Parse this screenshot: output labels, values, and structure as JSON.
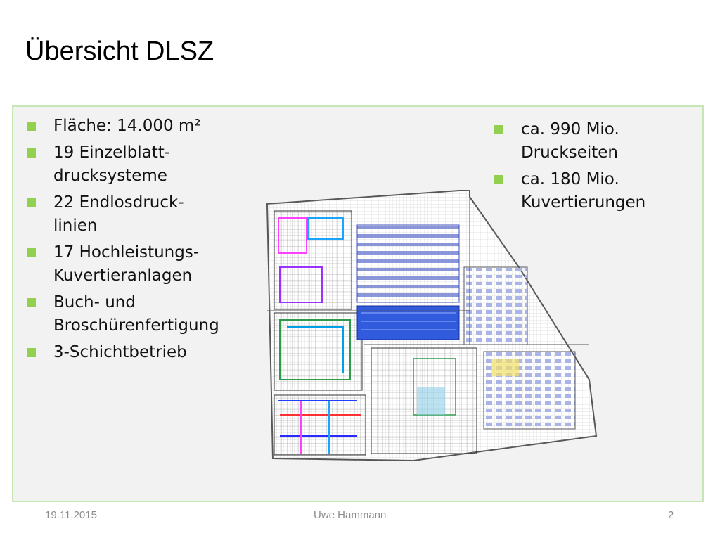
{
  "slide": {
    "title": "Übersicht DLSZ",
    "left_bullets": [
      "Fläche: 14.000 m²",
      "19 Einzelblatt-\ndrucksysteme",
      "22 Endlosdruck-\nlinien",
      "17 Hochleistungs-\nKuvertieranlagen",
      "Buch- und\nBroschürenfertigung",
      "3-Schichtbetrieb"
    ],
    "right_bullets": [
      "ca. 990 Mio.\nDruckseiten",
      "ca. 180 Mio.\nKuvertierungen"
    ]
  },
  "footer": {
    "date": "19.11.2015",
    "author": "Uwe Hammann",
    "page": "2"
  },
  "colors": {
    "bullet": "#92d050",
    "panel_border": "#c6e6b4",
    "panel_bg": "#f2f2f2"
  }
}
